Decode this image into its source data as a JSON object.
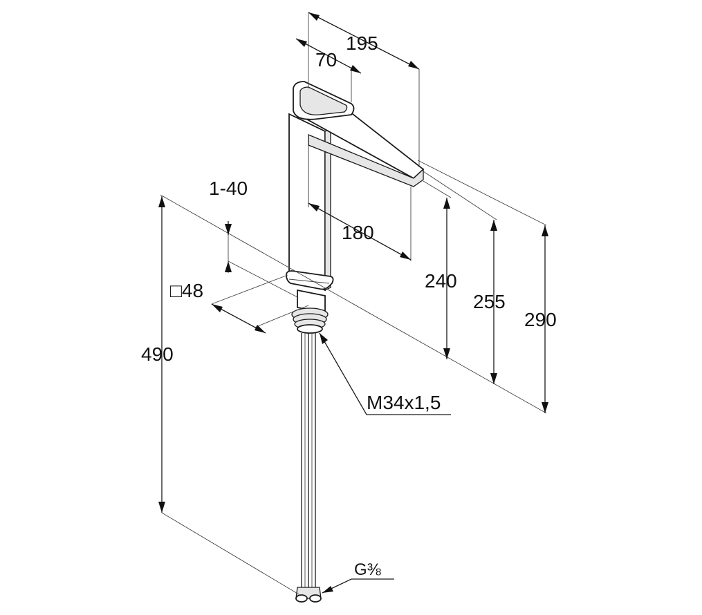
{
  "drawing": {
    "dimensions": {
      "spout_reach": "195",
      "lever_length": "70",
      "spout_inner": "180",
      "deck_thickness": "1-40",
      "base_square": "□48",
      "height_outlet": "240",
      "height_mid": "255",
      "height_total": "290",
      "hose_length": "490",
      "thread": "M34x1,5",
      "connection": "G⅜"
    }
  }
}
